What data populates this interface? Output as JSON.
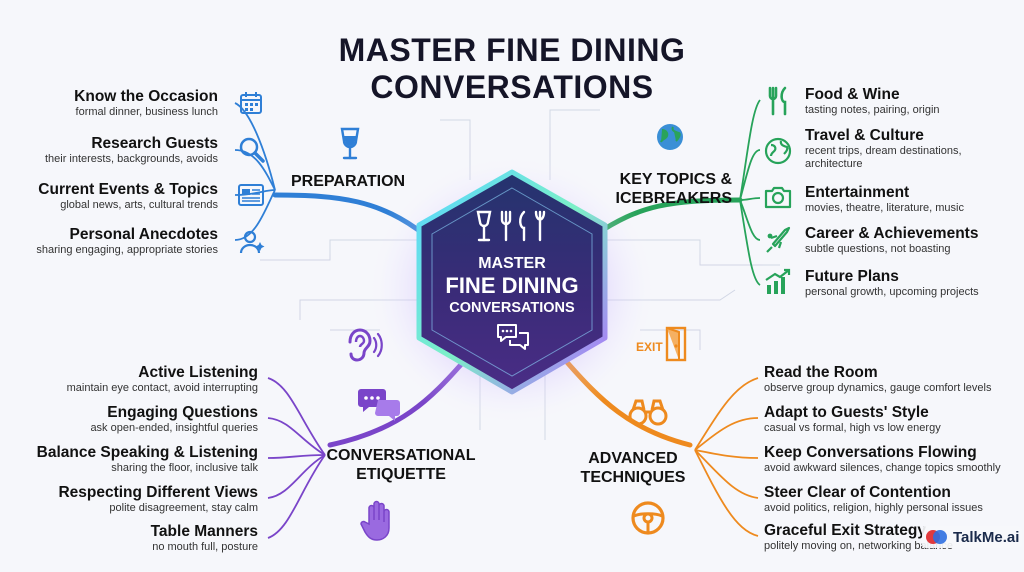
{
  "title": {
    "line1": "MASTER FINE DINING",
    "line2": "CONVERSATIONS"
  },
  "center": {
    "line1": "MASTER",
    "line2": "FINE DINING",
    "line3": "CONVERSATIONS"
  },
  "branches": {
    "preparation": {
      "label": "PREPARATION",
      "color": "#2f7fd6",
      "items": [
        {
          "title": "Know the Occasion",
          "sub": "formal dinner, business lunch",
          "icon": "calendar-icon"
        },
        {
          "title": "Research Guests",
          "sub": "their interests, backgrounds, avoids",
          "icon": "magnifier-icon"
        },
        {
          "title": "Current Events & Topics",
          "sub": "global news, arts, cultural trends",
          "icon": "newspaper-icon"
        },
        {
          "title": "Personal Anecdotes",
          "sub": "sharing engaging, appropriate stories",
          "icon": "person-sparkle-icon"
        }
      ]
    },
    "key_topics": {
      "label1": "KEY TOPICS &",
      "label2": "ICEBREAKERS",
      "color": "#27a35a",
      "items": [
        {
          "title": "Food & Wine",
          "sub": "tasting notes, pairing, origin",
          "icon": "fork-knife-icon"
        },
        {
          "title": "Travel & Culture",
          "sub": "recent trips, dream destinations,",
          "sub2": "architecture",
          "icon": "globe-icon"
        },
        {
          "title": "Entertainment",
          "sub": "movies, theatre, literature, music",
          "icon": "camera-icon"
        },
        {
          "title": "Career & Achievements",
          "sub": "subtle questions, not boasting",
          "icon": "rocket-icon"
        },
        {
          "title": "Future Plans",
          "sub": "personal growth, upcoming projects",
          "icon": "growth-chart-icon"
        }
      ]
    },
    "etiquette": {
      "label1": "CONVERSATIONAL",
      "label2": "ETIQUETTE",
      "color": "#7a45c9",
      "items": [
        {
          "title": "Active Listening",
          "sub": "maintain eye contact, avoid interrupting"
        },
        {
          "title": "Engaging Questions",
          "sub": "ask open-ended, insightful queries"
        },
        {
          "title": "Balance Speaking & Listening",
          "sub": "sharing the floor, inclusive talk"
        },
        {
          "title": "Respecting Different Views",
          "sub": "polite disagreement, stay calm"
        },
        {
          "title": "Table Manners",
          "sub": "no mouth full, posture"
        }
      ]
    },
    "advanced": {
      "label1": "ADVANCED",
      "label2": "TECHNIQUES",
      "color": "#ee8a1e",
      "items": [
        {
          "title": "Read the Room",
          "sub": "observe group dynamics, gauge comfort levels"
        },
        {
          "title": "Adapt to Guests' Style",
          "sub": "casual vs formal, high vs low energy"
        },
        {
          "title": "Keep Conversations Flowing",
          "sub": "avoid awkward silences, change topics smoothly"
        },
        {
          "title": "Steer Clear of Contention",
          "sub": "avoid politics, religion, highly personal issues"
        },
        {
          "title": "Graceful Exit Strategy",
          "sub": "politely moving on, networking balance"
        }
      ]
    }
  },
  "exit_sign": "EXIT",
  "logo": {
    "text": "TalkMe.ai"
  }
}
